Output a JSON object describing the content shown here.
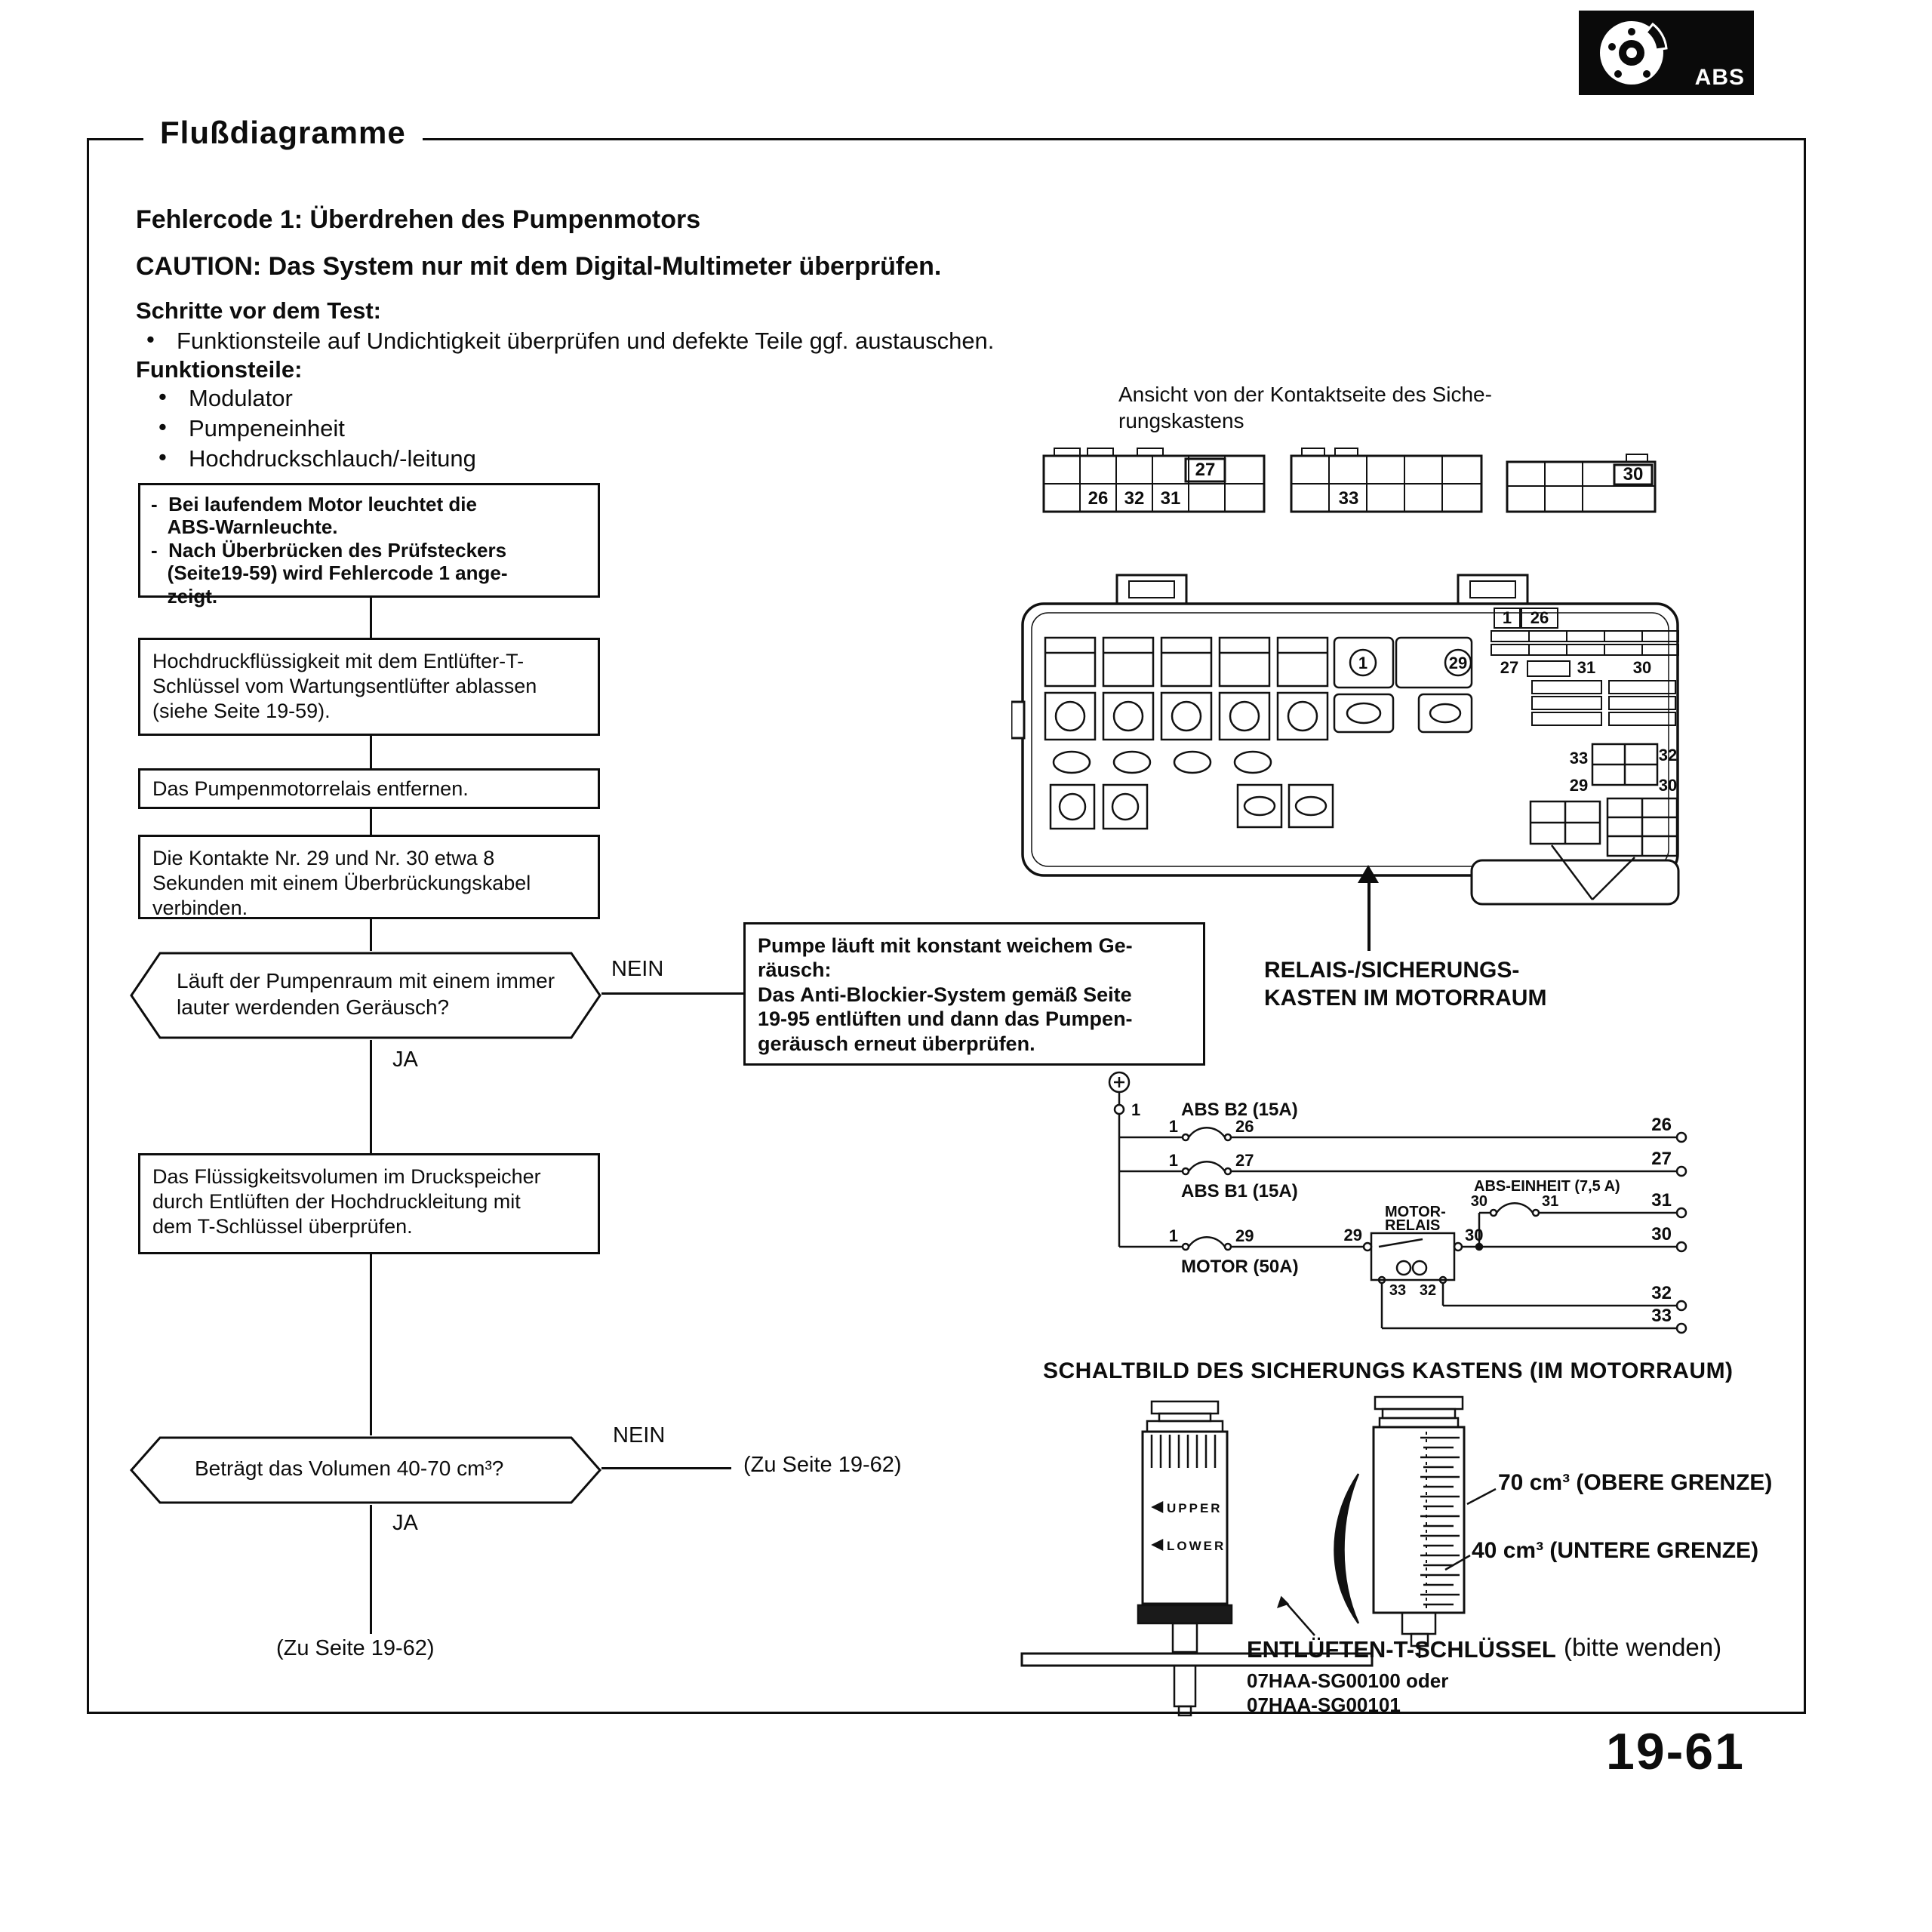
{
  "page": {
    "title": "Flußdiagramme",
    "number": "19-61",
    "abs_label": "ABS"
  },
  "intro": {
    "bullet": "•",
    "error_title": "Fehlercode 1: Überdrehen des Pumpenmotors",
    "caution": "CAUTION: Das System nur mit dem Digital-Multimeter überprüfen.",
    "pretest_title": "Schritte vor dem Test:",
    "pretest_item": "Funktionsteile auf Undichtigkeit überprüfen und defekte Teile ggf. austauschen.",
    "parts_title": "Funktionsteile:",
    "part1": "Modulator",
    "part2": "Pumpeneinheit",
    "part3": "Hochdruckschlauch/-leitung"
  },
  "fusebox_view": {
    "caption": "Ansicht von der Kontaktseite des Siche-\nrungskastens",
    "conn1_27": "27",
    "conn1_26": "26",
    "conn1_32": "32",
    "conn1_31": "31",
    "conn2_33": "33",
    "conn3_30": "30"
  },
  "fusebox": {
    "strip_1": "1",
    "strip_26": "26",
    "row_27": "27",
    "row_31": "31",
    "row_30": "30",
    "circ_1": "1",
    "circ_29": "29",
    "det_33": "33",
    "det_32": "32",
    "det_29": "29",
    "det_30": "30",
    "pointer_label": "RELAIS-/SICHERUNGS-\nKASTEN IM MOTORRAUM"
  },
  "flow": {
    "box1": "-  Bei laufendem Motor leuchtet die\n   ABS-Warnleuchte.\n-  Nach Überbrücken des Prüfsteckers\n   (Seite19-59) wird Fehlercode 1 ange-\n   zeigt.",
    "box2": "Hochdruckflüssigkeit mit dem Entlüfter-T-\nSchlüssel vom Wartungsentlüfter ablassen\n(siehe Seite 19-59).",
    "box3": "Das Pumpenmotorrelais entfernen.",
    "box4": "Die Kontakte Nr. 29 und Nr. 30 etwa 8\nSekunden mit einem Überbrückungskabel\nverbinden.",
    "decision1": "Läuft der Pumpenraum mit einem immer\nlauter werdenden Geräusch?",
    "nein1": "NEIN",
    "ja1": "JA",
    "result_nein": "Pumpe läuft mit konstant weichem Ge-\nräusch:\nDas Anti-Blockier-System gemäß Seite\n19-95 entlüften und dann das Pumpen-\ngeräusch erneut überprüfen.",
    "box5": "Das Flüssigkeitsvolumen im Druckspeicher\ndurch Entlüften der Hochdruckleitung mit\ndem T-Schlüssel überprüfen.",
    "decision2": "Beträgt das Volumen 40-70 cm³?",
    "nein2": "NEIN",
    "ja2": "JA",
    "goto1": "(Zu Seite 19-62)",
    "goto2": "(Zu Seite 19-62)"
  },
  "circuit": {
    "top_1": "1",
    "f1_label": "ABS B2 (15A)",
    "f1_a": "1",
    "f1_b": "26",
    "f2_a": "1",
    "f2_b": "27",
    "f2_label": "ABS B1 (15A)",
    "f3_label": "ABS-EINHEIT (7,5 A)",
    "f3_a": "30",
    "f3_b": "31",
    "relay_l1": "MOTOR-",
    "relay_l2": "RELAIS",
    "f4_a": "1",
    "f4_b": "29",
    "f4_label": "MOTOR (50A)",
    "r29": "29",
    "r30": "30",
    "r33": "33",
    "r32": "32",
    "t26": "26",
    "t27": "27",
    "t31": "31",
    "t30": "30",
    "t32": "32",
    "t33": "33",
    "caption": "SCHALTBILD DES SICHERUNGS KASTENS (IM MOTORRAUM)"
  },
  "tools": {
    "upper": "UPPER",
    "lower": "LOWER",
    "limit_70": "70 cm³ (OBERE GRENZE)",
    "limit_40": "40 cm³ (UNTERE GRENZE)",
    "name": "ENTLÜFTEN-T-SCHLÜSSEL",
    "note": "(bitte wenden)",
    "part_1": "07HAA-SG00100 oder",
    "part_2": "07HAA-SG00101"
  }
}
